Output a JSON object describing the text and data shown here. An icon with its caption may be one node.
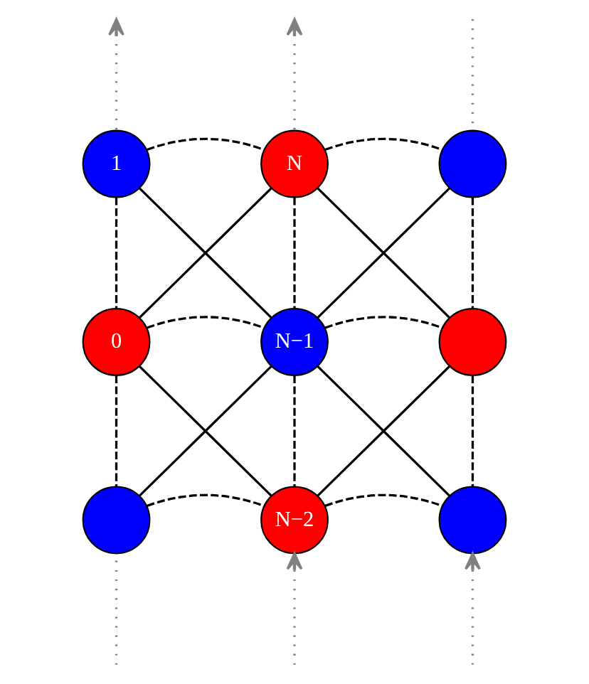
{
  "diagram": {
    "nodes": [
      {
        "text": [
          "1"
        ]
      },
      {
        "text": [
          "N"
        ]
      },
      {
        "text": [],
        "shape": "circle"
      },
      {
        "text": [
          "0"
        ]
      },
      {
        "text": [
          "N−1"
        ]
      },
      {
        "text": [],
        "shape": "circle"
      },
      {
        "text": [],
        "shape": "circle"
      },
      {
        "text": [
          "N−2"
        ]
      },
      {
        "text": [],
        "shape": "circle"
      }
    ],
    "edges": [
      {
        "from": 0,
        "to": 1,
        "arrow": "none",
        "style": "dashed"
      },
      {
        "from": 1,
        "to": 2,
        "arrow": "none",
        "style": "dashed"
      },
      {
        "from": 3,
        "to": 4,
        "arrow": "none",
        "style": "dashed"
      },
      {
        "from": 4,
        "to": 5,
        "arrow": "none",
        "style": "dashed"
      },
      {
        "from": 6,
        "to": 7,
        "arrow": "none",
        "style": "dashed"
      },
      {
        "from": 7,
        "to": 8,
        "arrow": "none",
        "style": "dashed"
      },
      {
        "from": 0,
        "to": 3,
        "arrow": "none",
        "style": "dashed"
      },
      {
        "from": 3,
        "to": 6,
        "arrow": "none",
        "style": "dashed"
      },
      {
        "from": 1,
        "to": 4,
        "arrow": "none",
        "style": "dashed"
      },
      {
        "from": 4,
        "to": 7,
        "arrow": "none",
        "style": "dashed"
      },
      {
        "from": 2,
        "to": 5,
        "arrow": "none",
        "style": "dashed"
      },
      {
        "from": 5,
        "to": 8,
        "arrow": "none",
        "style": "dashed"
      },
      {
        "from": 0,
        "to": 4,
        "arrow": "none"
      },
      {
        "from": 4,
        "to": 8,
        "arrow": "none"
      },
      {
        "from": 2,
        "to": 4,
        "arrow": "none"
      },
      {
        "from": 4,
        "to": 6,
        "arrow": "none"
      },
      {
        "from": 1,
        "to": 3,
        "arrow": "none"
      },
      {
        "from": 1,
        "to": 5,
        "arrow": "none"
      },
      {
        "from": 3,
        "to": 7,
        "arrow": "none"
      },
      {
        "from": 5,
        "to": 7,
        "arrow": "none"
      },
      {
        "from": 0,
        "to": null,
        "arrow": "to",
        "style": "dashed",
        "color": "#808080"
      },
      {
        "from": 1,
        "to": null,
        "arrow": "to",
        "style": "dashed",
        "color": "#808080"
      },
      {
        "from": 2,
        "to": null,
        "arrow": "none",
        "style": "dashed",
        "color": "#808080"
      },
      {
        "from": null,
        "to": 6,
        "arrow": "none",
        "style": "dashed",
        "color": "#808080"
      },
      {
        "from": null,
        "to": 7,
        "arrow": "to",
        "style": "dashed",
        "color": "#808080"
      },
      {
        "from": null,
        "to": 8,
        "arrow": "to",
        "style": "dashed",
        "color": "#808080"
      }
    ]
  }
}
